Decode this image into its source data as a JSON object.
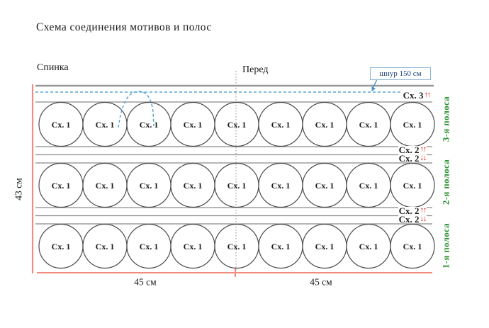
{
  "title": "Схема соединения мотивов и полос",
  "sections": {
    "back": "Спинка",
    "front": "Перед"
  },
  "cord_label": "шнур 150 см",
  "dimensions": {
    "height": "43 см",
    "width_back": "45 см",
    "width_front": "45 см"
  },
  "motif": {
    "label": "Сх. 1",
    "per_strip": 9,
    "strips_count": 3
  },
  "strips": [
    {
      "label": "3-я полоса"
    },
    {
      "label": "2-я полоса"
    },
    {
      "label": "1-я полоса"
    }
  ],
  "joins": {
    "top": {
      "label": "Сх. 3",
      "arrows": "↑↑"
    },
    "between_3_2": [
      {
        "label": "Сх. 2",
        "arrows": "↑↑"
      },
      {
        "label": "Сх. 2",
        "arrows": "↓↓"
      }
    ],
    "between_2_1": [
      {
        "label": "Сх. 2",
        "arrows": "↑↑"
      },
      {
        "label": "Сх. 2",
        "arrows": "↓↓"
      }
    ]
  },
  "colors": {
    "line_gray": "#8a8a8a",
    "top_line_gray": "#979797",
    "circle_stroke": "#4b4b4b",
    "cord_blue": "#58a5d0",
    "arrow_red": "#e8180c",
    "strip_green": "#2e9234",
    "dimension_red": "#f28a7d",
    "cord_text_blue": "#1c3f77"
  }
}
